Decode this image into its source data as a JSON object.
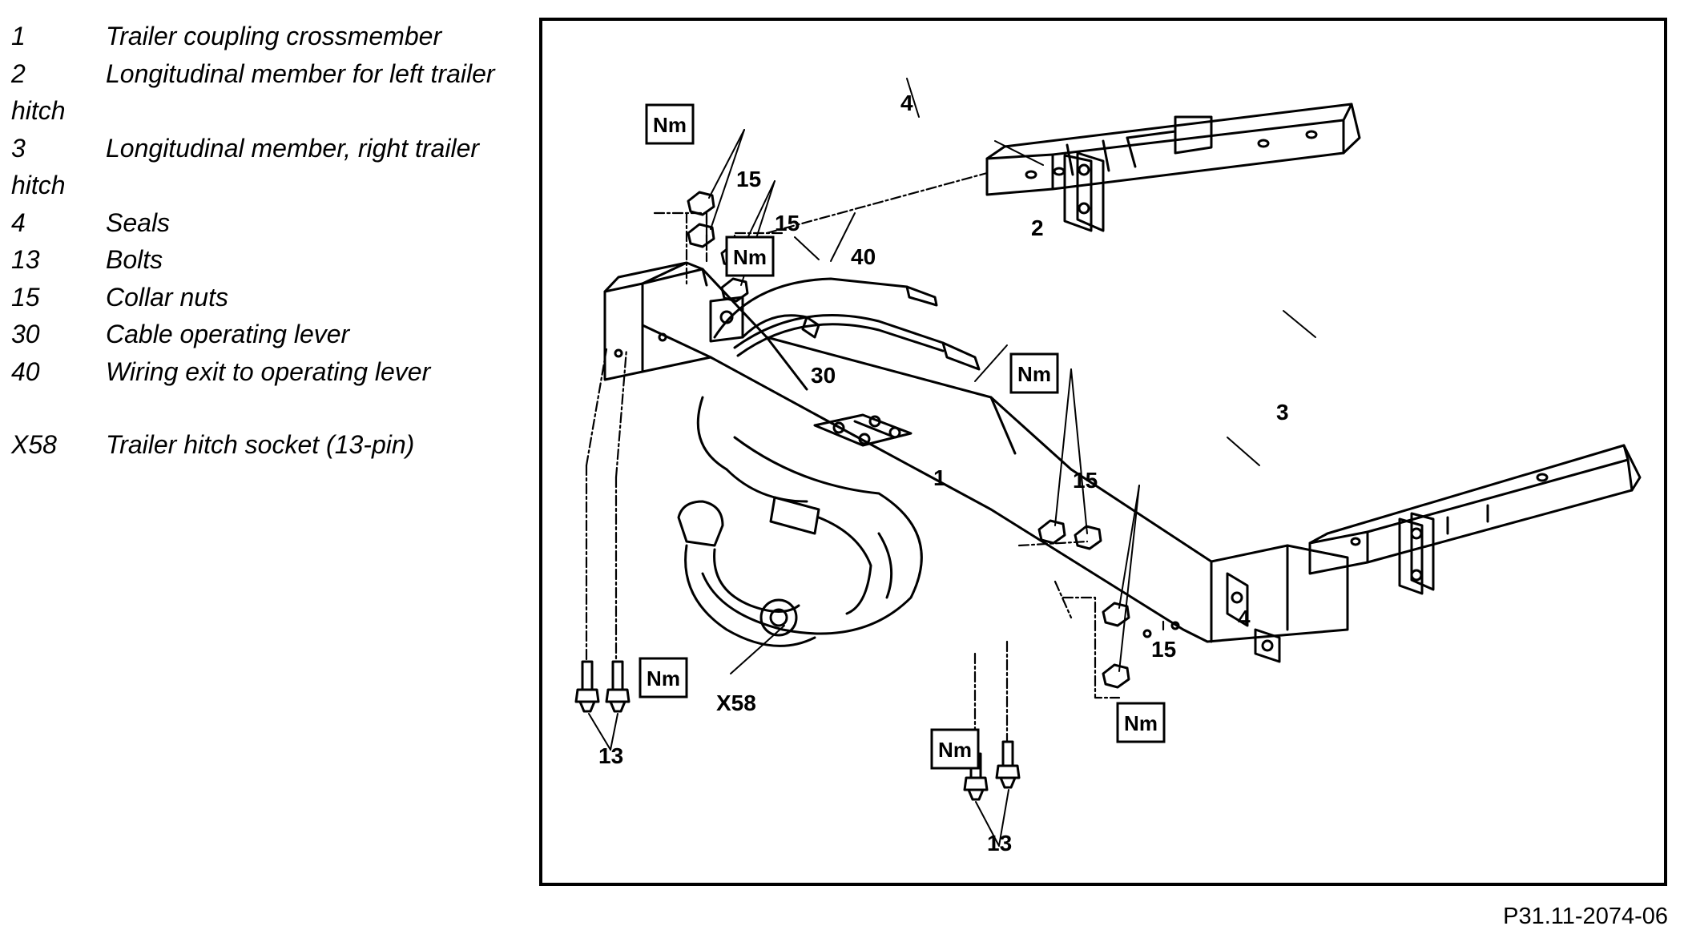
{
  "legend": [
    {
      "num": "1",
      "text": "Trailer coupling crossmember"
    },
    {
      "num": "2",
      "text": "Longitudinal member for left trailer hitch"
    },
    {
      "num": "3",
      "text": "Longitudinal member, right trailer hitch"
    },
    {
      "num": "4",
      "text": "Seals"
    },
    {
      "num": "13",
      "text": "Bolts"
    },
    {
      "num": "15",
      "text": "Collar nuts"
    },
    {
      "num": "30",
      "text": "Cable operating lever"
    },
    {
      "num": "40",
      "text": "Wiring exit to operating lever"
    },
    {
      "num": "X58",
      "text": "Trailer hitch socket (13-pin)"
    }
  ],
  "diagram": {
    "callouts": {
      "c1": "1",
      "c2": "2",
      "c3": "3",
      "c4a": "4",
      "c4b": "4",
      "c13a": "13",
      "c13b": "13",
      "c15a": "15",
      "c15b": "15",
      "c15c": "15",
      "c15d": "15",
      "c30": "30",
      "c40": "40",
      "cx58": "X58"
    },
    "torque_label": "Nm"
  },
  "figure_ref": "P31.11-2074-06"
}
